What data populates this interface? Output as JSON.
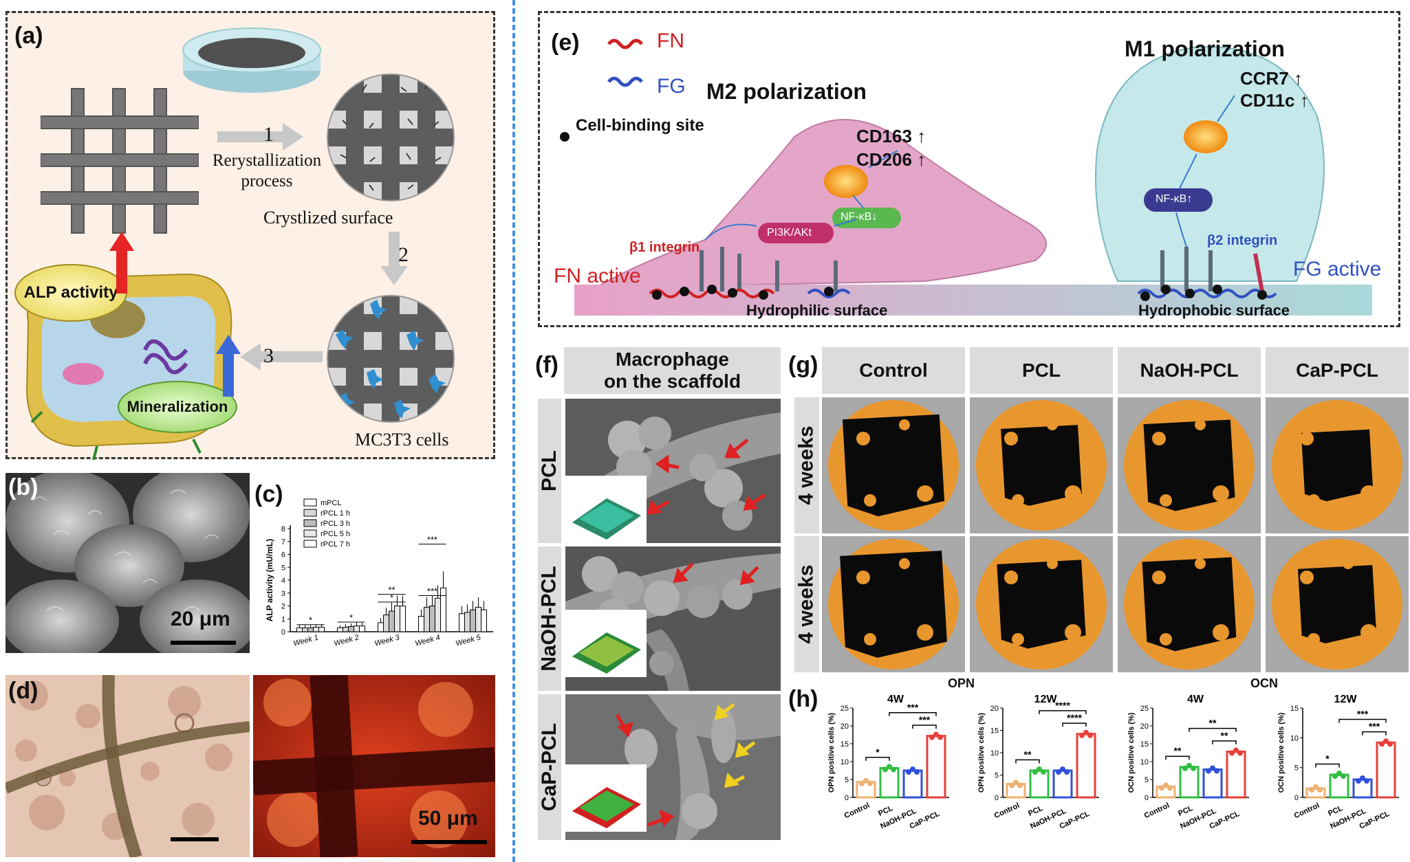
{
  "panels": {
    "a": "(a)",
    "b": "(b)",
    "c": "(c)",
    "d": "(d)",
    "e": "(e)",
    "f": "(f)",
    "g": "(g)",
    "h": "(h)"
  },
  "panel_a": {
    "step1": "1",
    "step1_text1": "Rerystallization",
    "step1_text2": "process",
    "crystal_label": "Crystlized surface",
    "step2": "2",
    "step3": "3",
    "cells_label": "MC3T3 cells",
    "alp": "ALP activity",
    "mineral": "Mineralization"
  },
  "panel_b": {
    "scale": "20 μm"
  },
  "panel_d": {
    "scale": "50 μm"
  },
  "panel_e": {
    "fn": "FN",
    "fg": "FG",
    "binding": "Cell-binding site",
    "m2": "M2 polarization",
    "m1": "M1 polarization",
    "cd163": "CD163",
    "cd206": "CD206",
    "ccr7": "CCR7",
    "cd11c": "CD11c",
    "nfkb_down": "NF-κB",
    "nfkb_up": "NF-κB",
    "pi3k": "PI3K/AKt",
    "b1": "β1 integrin",
    "b2": "β2 integrin",
    "fn_active": "FN active",
    "fg_active": "FG active",
    "hydrophilic": "Hydrophilic surface",
    "hydrophobic": "Hydrophobic surface"
  },
  "panel_f": {
    "header1": "Macrophage",
    "header2": "on the scaffold",
    "rows": [
      "PCL",
      "NaOH-PCL",
      "CaP-PCL"
    ]
  },
  "panel_g": {
    "cols": [
      "Control",
      "PCL",
      "NaOH-PCL",
      "CaP-PCL"
    ],
    "rows": [
      "4 weeks",
      "4 weeks"
    ],
    "bottom": [
      "OPN",
      "OCN"
    ]
  },
  "colors": {
    "orange": "#e8962e",
    "green": "#2fbf3f",
    "blue": "#3050d8",
    "red": "#e8403a",
    "control": "#f0b070"
  },
  "chart_data": [
    {
      "type": "bar",
      "title": "",
      "xlabel": "",
      "ylabel": "ALP activity (mU/mL)",
      "categories": [
        "Week 1",
        "Week 2",
        "Week 3",
        "Week 4",
        "Week 5"
      ],
      "ylim": [
        0,
        8
      ],
      "yticks": [
        0,
        1,
        2,
        3,
        4,
        5,
        6,
        7,
        8
      ],
      "series": [
        {
          "name": "mPCL",
          "values": [
            0.3,
            0.3,
            0.7,
            1.2,
            1.4
          ]
        },
        {
          "name": "rPCL 1 h",
          "values": [
            0.3,
            0.35,
            1.3,
            1.9,
            1.5
          ]
        },
        {
          "name": "rPCL 3 h",
          "values": [
            0.3,
            0.4,
            1.6,
            2.0,
            1.7
          ]
        },
        {
          "name": "rPCL 5 h",
          "values": [
            0.35,
            0.45,
            2.0,
            2.6,
            1.9
          ]
        },
        {
          "name": "rPCL 7 h",
          "values": [
            0.35,
            0.45,
            2.0,
            3.4,
            1.7
          ]
        }
      ],
      "significance": [
        "*",
        "*",
        "**",
        "***",
        "*",
        "***"
      ]
    },
    {
      "type": "bar",
      "title": "4W",
      "ylabel": "OPN positive cells (%)",
      "categories": [
        "Control",
        "PCL",
        "NaOH-PCL",
        "CaP-PCL"
      ],
      "values": [
        4.3,
        8.2,
        7.5,
        17.2
      ],
      "ylim": [
        0,
        25
      ],
      "yticks": [
        0,
        5,
        10,
        15,
        20,
        25
      ],
      "significance": [
        "*",
        "***",
        "***"
      ]
    },
    {
      "type": "bar",
      "title": "12W",
      "ylabel": "OPN positive cells (%)",
      "categories": [
        "Control",
        "PCL",
        "NaOH-PCL",
        "CaP-PCL"
      ],
      "values": [
        3.0,
        6.0,
        6.0,
        14.2
      ],
      "ylim": [
        0,
        20
      ],
      "yticks": [
        0,
        5,
        10,
        15,
        20
      ],
      "significance": [
        "**",
        "****",
        "****"
      ]
    },
    {
      "type": "bar",
      "title": "4W",
      "ylabel": "OCN positive cells (%)",
      "categories": [
        "Control",
        "PCL",
        "NaOH-PCL",
        "CaP-PCL"
      ],
      "values": [
        3.0,
        8.5,
        7.8,
        12.8
      ],
      "ylim": [
        0,
        25
      ],
      "yticks": [
        0,
        5,
        10,
        15,
        20,
        25
      ],
      "significance": [
        "**",
        "**",
        "**"
      ]
    },
    {
      "type": "bar",
      "title": "12W",
      "ylabel": "OCN positive cells (%)",
      "categories": [
        "Control",
        "PCL",
        "NaOH-PCL",
        "CaP-PCL"
      ],
      "values": [
        1.5,
        3.8,
        3.0,
        9.2
      ],
      "ylim": [
        0,
        15
      ],
      "yticks": [
        0,
        5,
        10,
        15
      ],
      "significance": [
        "*",
        "***",
        "***"
      ]
    }
  ]
}
